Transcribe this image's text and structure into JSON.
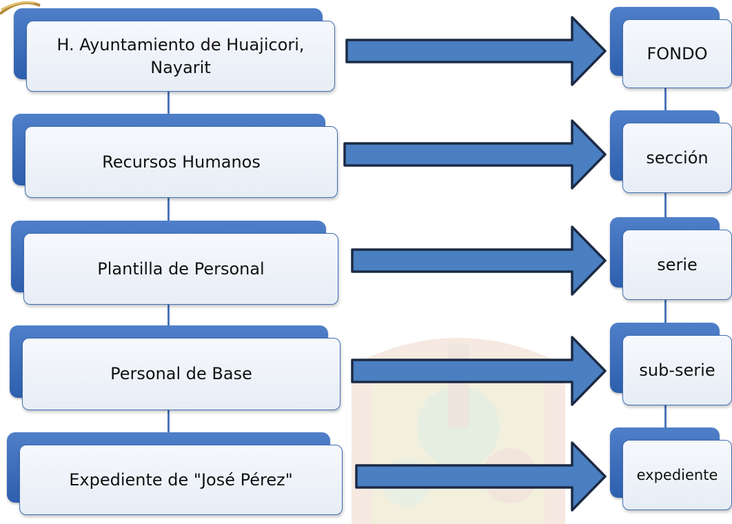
{
  "diagram": {
    "left_nodes": [
      {
        "label": "H. Ayuntamiento de Huajicori, Nayarit"
      },
      {
        "label": "Recursos Humanos"
      },
      {
        "label": "Plantilla de Personal"
      },
      {
        "label": "Personal de Base"
      },
      {
        "label": "Expediente de \"José Pérez\""
      }
    ],
    "right_nodes": [
      {
        "label": "FONDO"
      },
      {
        "label": "sección"
      },
      {
        "label": "serie"
      },
      {
        "label": "sub-serie"
      },
      {
        "label": "expediente"
      }
    ]
  },
  "colors": {
    "accent_blue": "#2e5fae",
    "arrow_fill": "#4a7fc1",
    "arrow_outline": "#1c2a44",
    "box_fill": "#eef2f8"
  }
}
